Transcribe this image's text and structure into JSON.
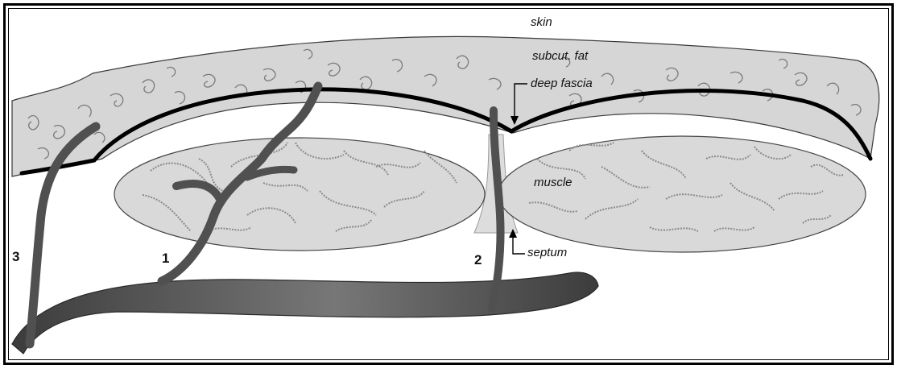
{
  "labels": {
    "skin": "skin",
    "subcut_fat": "subcut. fat",
    "deep_fascia": "deep fascia",
    "muscle": "muscle",
    "septum": "septum"
  },
  "vessel_numbers": {
    "one": "1",
    "two": "2",
    "three": "3"
  },
  "colors": {
    "fat": "#d6d6d6",
    "muscle": "#d9d9d9",
    "vessel": "#505050",
    "fascia": "#000000"
  }
}
